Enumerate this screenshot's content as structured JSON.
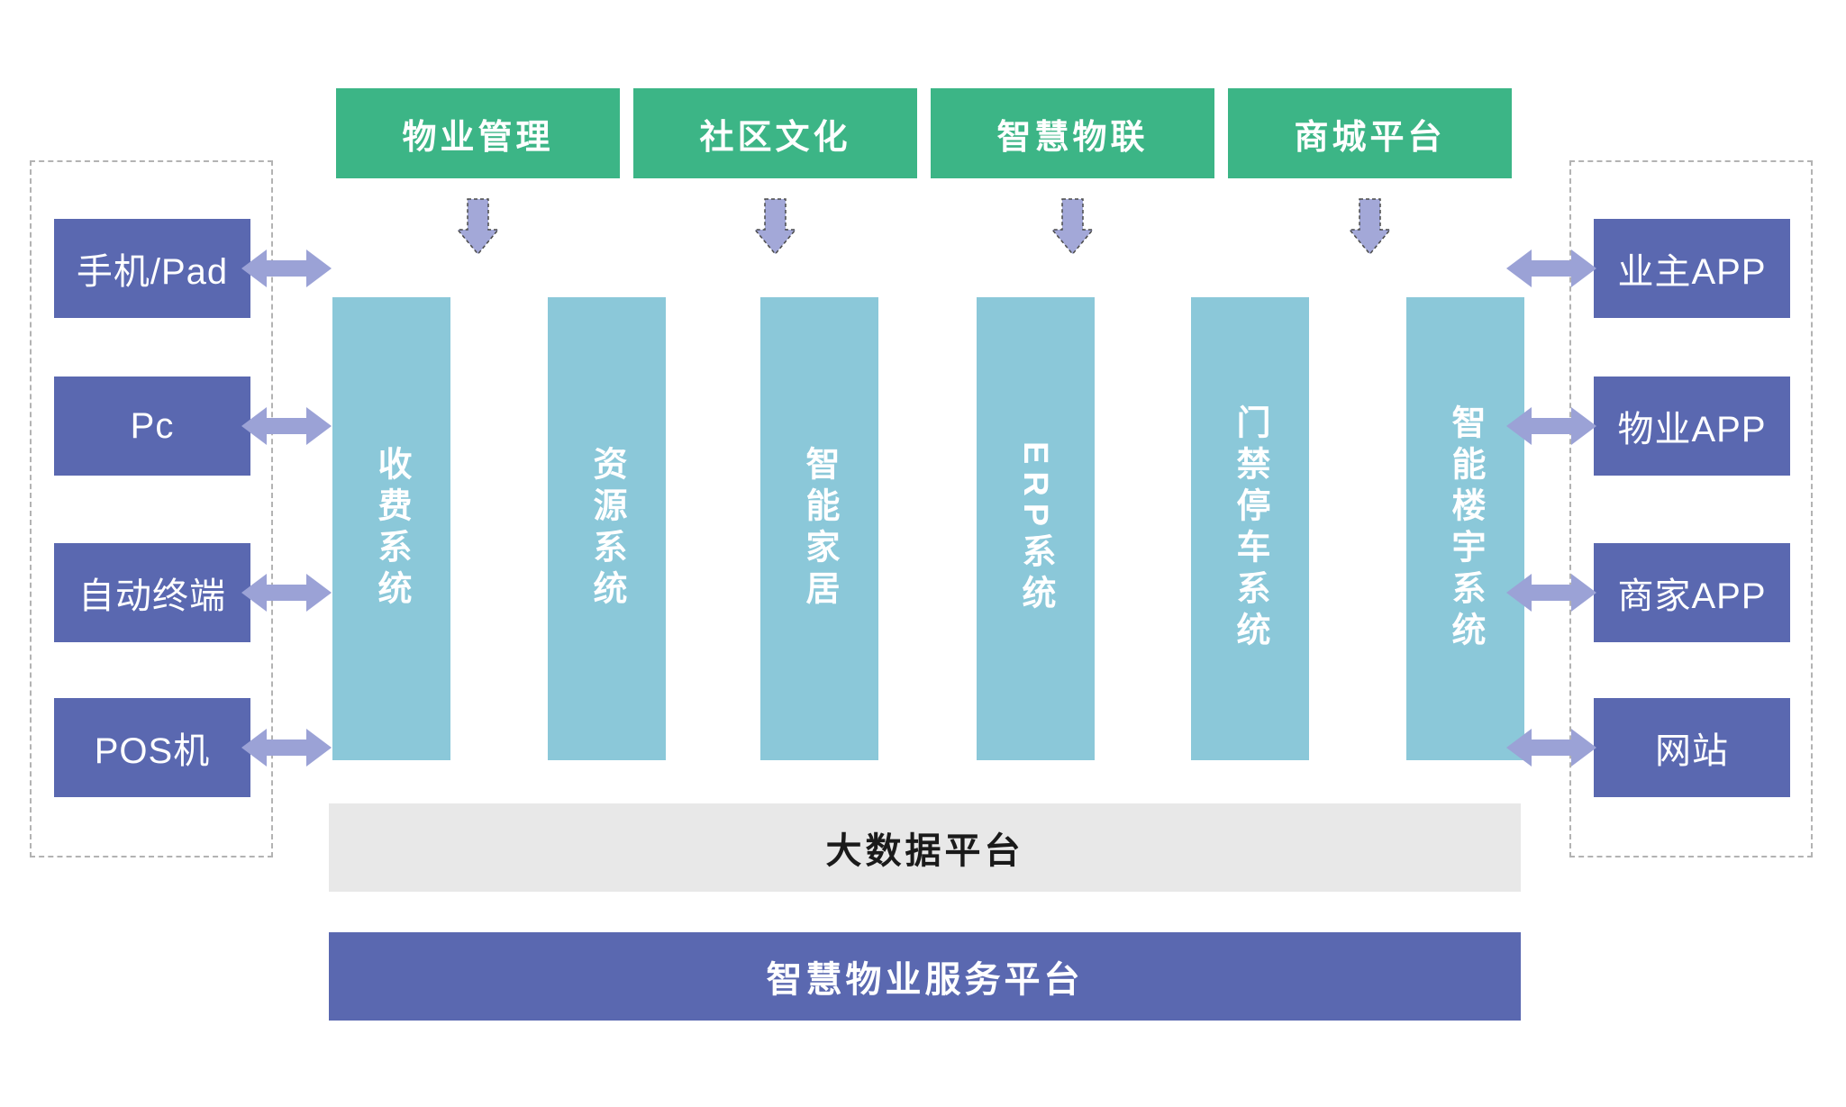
{
  "top_modules": [
    "物业管理",
    "社区文化",
    "智慧物联",
    "商城平台"
  ],
  "left_terminals": [
    "手机/Pad",
    "Pc",
    "自动终端",
    "POS机"
  ],
  "right_channels": [
    "业主APP",
    "物业APP",
    "商家APP",
    "网站"
  ],
  "core_systems": [
    "收费系统",
    "资源系统",
    "智能家居",
    "ERP系统",
    "门禁停车系统",
    "智能楼宇系统"
  ],
  "platforms": {
    "big_data_label": "大数据平台",
    "service_label": "智慧物业服务平台"
  },
  "icons": {
    "down_arrow": "down-arrow-icon",
    "double_arrow": "left-right-arrow-icon"
  },
  "colors": {
    "module_green": "#3cb586",
    "box_purple": "#5a68b0",
    "system_teal": "#8bc8d9",
    "arrow_purple": "#9ba2d6",
    "big_data_gray": "#e8e8e8",
    "dashed_border_gray": "#b3b3b3",
    "text_white": "#ffffff",
    "text_black": "#1a1a1a"
  }
}
